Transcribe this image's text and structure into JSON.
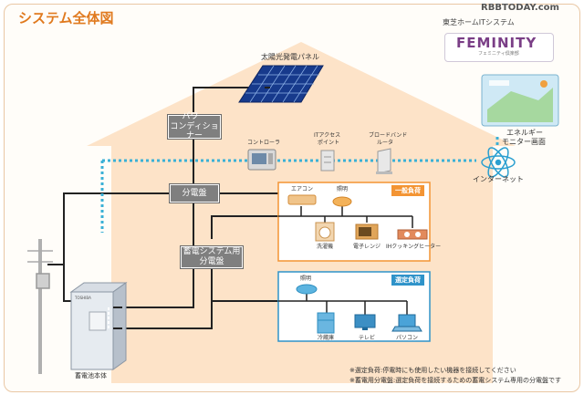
{
  "title": "システム全体図",
  "watermark": "RBBTODAY.com",
  "it_system": {
    "label": "東芝ホームITシステム",
    "logo_text": "FEMINITY",
    "logo_subtext": "フェミニティ倶楽部",
    "monitor_label_1": "エネルギー",
    "monitor_label_2": "モニター画面",
    "internet_label": "インターネット"
  },
  "solar_panel_label": "太陽光発電パネル",
  "power_conditioner": {
    "line1": "パワー",
    "line2": "コンディショナー"
  },
  "controller_label": "コントローラ",
  "it_access_point": {
    "line1": "ITアクセス",
    "line2": "ポイント"
  },
  "broadband_router": {
    "line1": "ブロードバンド",
    "line2": "ルータ"
  },
  "distribution_board": "分電盤",
  "storage_distribution_board": {
    "line1": "蓄電システム用",
    "line2": "分電盤"
  },
  "battery_label": "蓄電池本体",
  "general_load": {
    "tag": "一般負荷",
    "items": [
      "エアコン",
      "照明",
      "洗濯機",
      "電子レンジ",
      "IHクッキングヒーター"
    ]
  },
  "selected_load": {
    "tag": "選定負荷",
    "items": [
      "照明",
      "冷蔵庫",
      "テレビ",
      "パソコン"
    ]
  },
  "notes": [
    "※選定負荷:停電時にも使用したい機器を接続してください",
    "※蓄電用分電盤:選定負荷を接続するための蓄電システム専用の分電盤です"
  ],
  "colors": {
    "title": "#e07a1f",
    "house_fill": "#fde3c8",
    "orange_tag": "#f39433",
    "blue_tag": "#2f93c9",
    "data_line": "#3ab0d6",
    "power_line": "#222222",
    "box_gray": "#7f7f7f"
  }
}
